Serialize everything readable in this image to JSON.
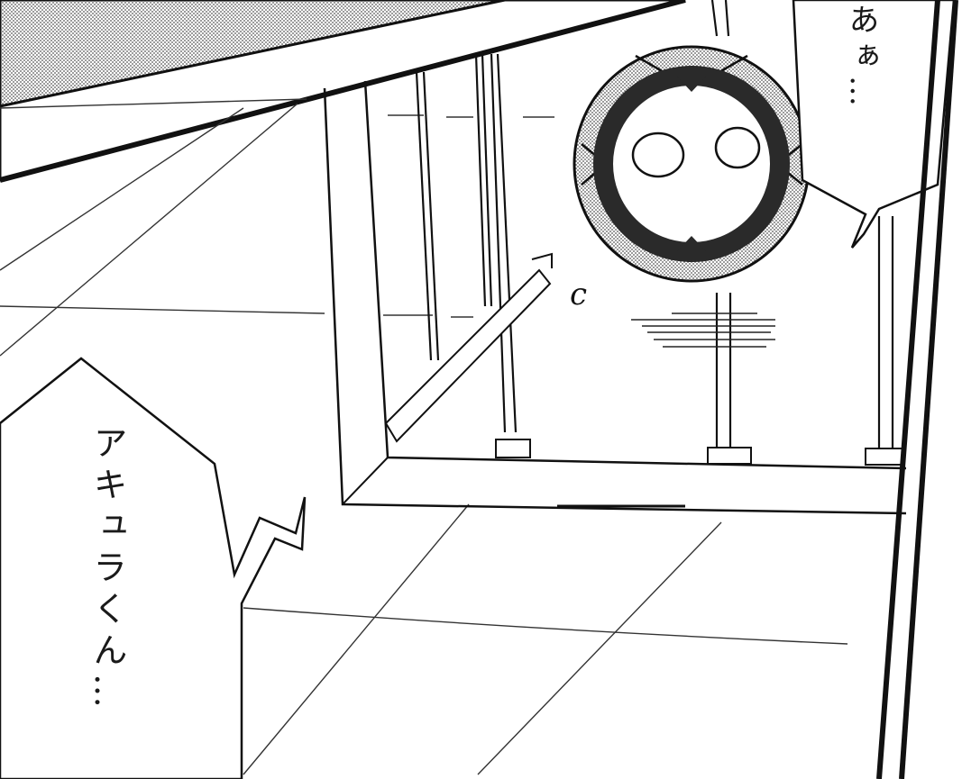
{
  "panel": {
    "bubble_right": {
      "text": "あぁ…"
    },
    "bubble_left": {
      "text": "アキュラくん…"
    },
    "sfx": {
      "text": "c"
    }
  },
  "colors": {
    "ink": "#1a1a1a",
    "paper": "#ffffff",
    "screentone": "#c8c8c8",
    "mask_band": "#2a2a2a"
  },
  "icons": {
    "character": "round-helmet-character-icon"
  }
}
